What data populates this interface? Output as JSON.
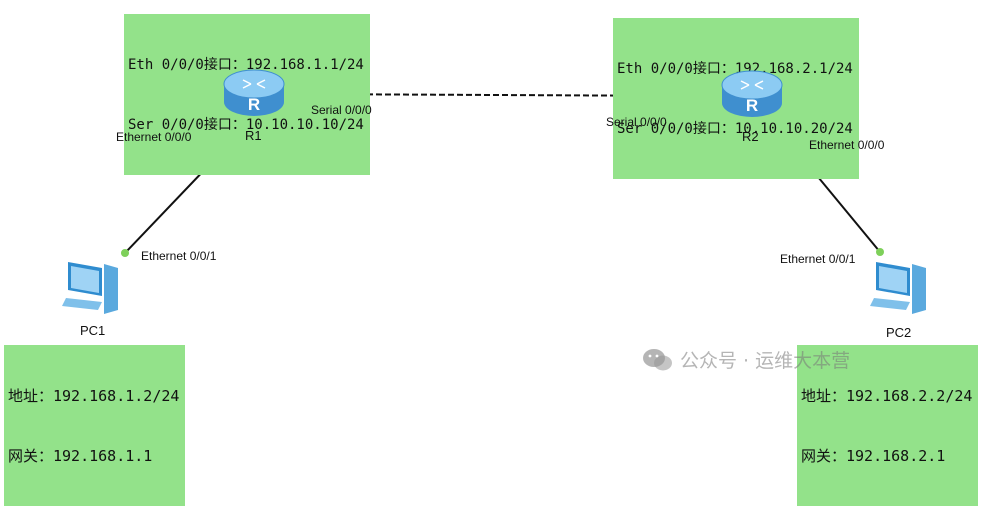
{
  "colors": {
    "label_bg": "#93e28a",
    "router_body": "#6fb6e8",
    "link_dot": "#7ed05a",
    "link_line": "#111111"
  },
  "r1": {
    "name": "R1",
    "info": [
      "Eth 0/0/0接口：192.168.1.1/24",
      "Ser 0/0/0接口：10.10.10.10/24"
    ],
    "port_eth": "Ethernet 0/0/0",
    "port_serial": "Serial 0/0/0"
  },
  "r2": {
    "name": "R2",
    "info": [
      "Eth 0/0/0接口：192.168.2.1/24",
      "Ser 0/0/0接口：10.10.10.20/24"
    ],
    "port_eth": "Ethernet 0/0/0",
    "port_serial": "Serial 0/0/0"
  },
  "pc1": {
    "name": "PC1",
    "info": [
      "地址：192.168.1.2/24",
      "网关：192.168.1.1"
    ],
    "port_eth": "Ethernet 0/0/1"
  },
  "pc2": {
    "name": "PC2",
    "info": [
      "地址：192.168.2.2/24",
      "网关：192.168.2.1"
    ],
    "port_eth": "Ethernet 0/0/1"
  },
  "watermark": "公众号 · 运维大本营",
  "icons": {
    "router": "router-icon",
    "pc": "pc-icon",
    "watermark_logo": "wechat-logo-icon"
  }
}
